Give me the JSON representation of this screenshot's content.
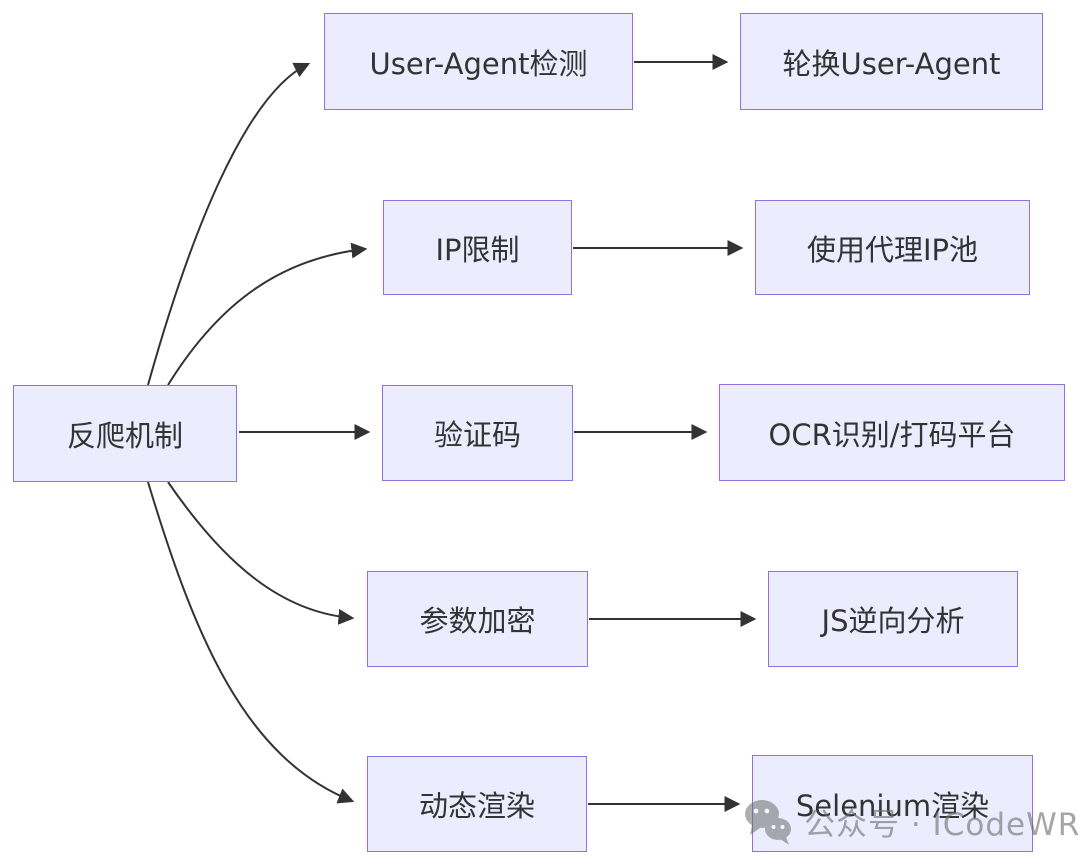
{
  "diagram": {
    "title_hint": "anti-crawling mechanisms flowchart",
    "root": {
      "label": "反爬机制"
    },
    "rows": [
      {
        "mechanism": "User-Agent检测",
        "solution": "轮换User-Agent"
      },
      {
        "mechanism": "IP限制",
        "solution": "使用代理IP池"
      },
      {
        "mechanism": "验证码",
        "solution": "OCR识别/打码平台"
      },
      {
        "mechanism": "参数加密",
        "solution": "JS逆向分析"
      },
      {
        "mechanism": "动态渲染",
        "solution": "Selenium渲染"
      }
    ],
    "colors": {
      "node_fill": "#ECECFF",
      "node_border": "#9370DB",
      "edge": "#333333",
      "text": "#333333"
    }
  },
  "watermark": {
    "icon": "wechat-icon",
    "text": "公众号 · ICodeWR"
  }
}
